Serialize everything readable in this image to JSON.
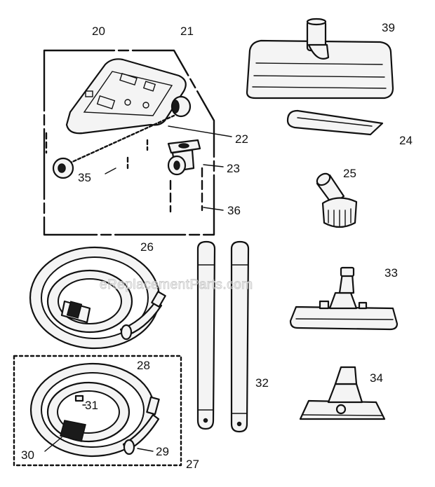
{
  "watermark": "eReplacementParts.com",
  "callouts": {
    "n20": "20",
    "n21": "21",
    "n22": "22",
    "n23": "23",
    "n35": "35",
    "n36": "36",
    "n39": "39",
    "n24": "24",
    "n25": "25",
    "n26": "26",
    "n33": "33",
    "n32": "32",
    "n34": "34",
    "n28": "28",
    "n31": "31",
    "n30": "30",
    "n29": "29",
    "n27": "27"
  }
}
